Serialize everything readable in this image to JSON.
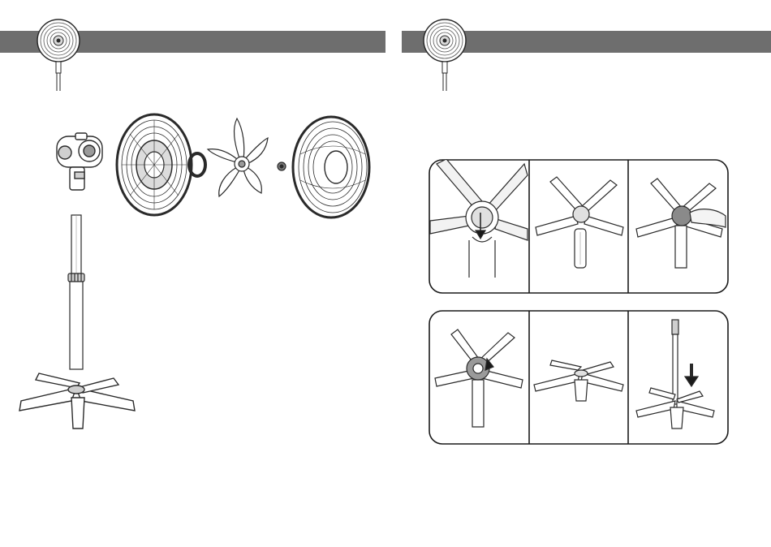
{
  "document": {
    "pages": [
      {
        "id": "left",
        "content": "exploded-parts-view",
        "header_icon": "pedestal-fan-icon"
      },
      {
        "id": "right",
        "content": "base-assembly-steps",
        "header_icon": "pedestal-fan-icon"
      }
    ],
    "colors": {
      "header_bar": "#6e6e6e",
      "line_art": "#2a2a2a",
      "panel_border": "#1a1a1a"
    },
    "assembly_steps": {
      "group_1": [
        "attach-pole-to-base",
        "place-base-flat",
        "tighten-base-nut"
      ],
      "group_2": [
        "turn-nut-clockwise",
        "assembled-base",
        "insert-upper-pole"
      ]
    }
  }
}
